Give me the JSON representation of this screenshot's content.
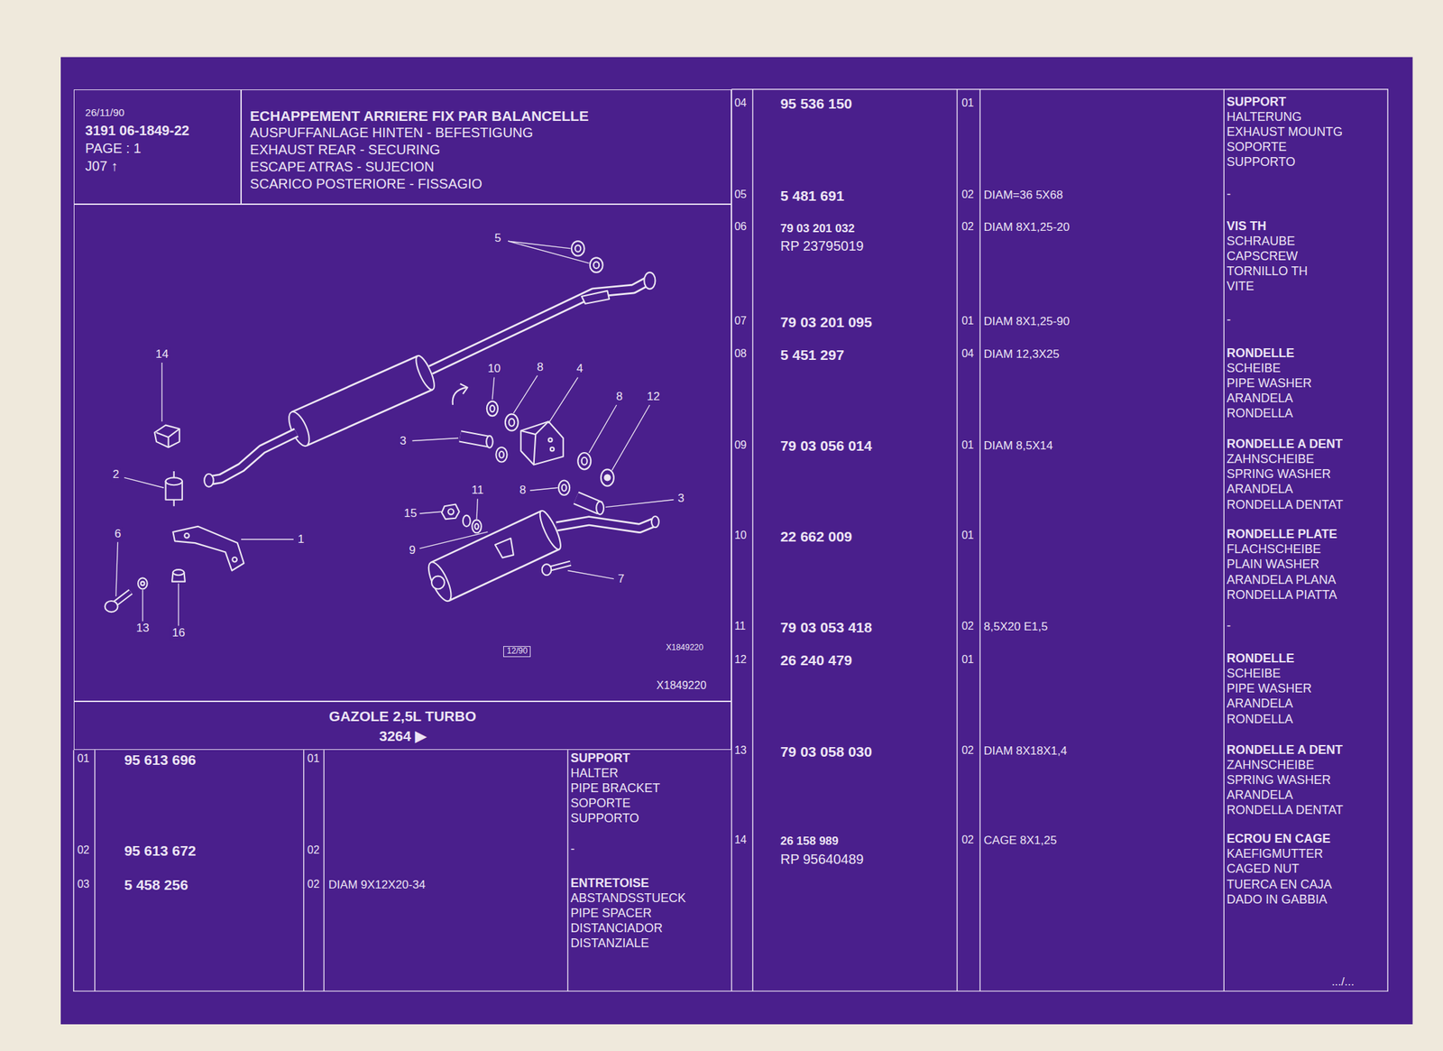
{
  "diagram": {
    "nodes": [
      {
        "text": [
          "26/11/90",
          "3191 06-1849-22",
          "PAGE : 1",
          "J07 ↑"
        ]
      },
      {
        "text": [
          "ECHAPPEMENT ARRIERE FIX PAR BALANCELLE",
          "AUSPUFFANLAGE HINTEN - BEFESTIGUNG",
          "EXHAUST REAR - SECURING",
          "ESCAPE ATRAS - SUJECION",
          "SCARICO POSTERIORE - FISSAGIO"
        ]
      },
      {
        "text": [
          "X1849220"
        ]
      },
      {
        "text": [
          "GAZOLE 2,5L TURBO",
          "3264 ▶"
        ]
      }
    ],
    "labels": [
      "5",
      "14",
      "10",
      "8",
      "4",
      "8",
      "12",
      "3",
      "2",
      "11",
      "8",
      "3",
      "15",
      "1",
      "6",
      "9",
      "7",
      "13",
      "16",
      "12/90",
      "X1849220",
      "01",
      "95 613 696",
      "01",
      "SUPPORT",
      "HALTER",
      "PIPE BRACKET",
      "SOPORTE",
      "SUPPORTO",
      "02",
      "95 613 672",
      "02",
      "-",
      "03",
      "5 458 256",
      "02",
      "DIAM 9X12X20-34",
      "ENTRETOISE",
      "ABSTANDSSTUECK",
      "PIPE SPACER",
      "DISTANCIADOR",
      "DISTANZIALE",
      "04",
      "95 536 150",
      "01",
      "SUPPORT",
      "HALTERUNG",
      "EXHAUST MOUNTG",
      "SOPORTE",
      "SUPPORTO",
      "05",
      "5 481 691",
      "02",
      "DIAM=36 5X68",
      "-",
      "06",
      "79 03 201 032",
      "RP 23795019",
      "02",
      "DIAM 8X1,25-20",
      "VIS TH",
      "SCHRAUBE",
      "CAPSCREW",
      "TORNILLO TH",
      "VITE",
      "07",
      "79 03 201 095",
      "01",
      "DIAM 8X1,25-90",
      "-",
      "08",
      "5 451 297",
      "04",
      "DIAM 12,3X25",
      "RONDELLE",
      "SCHEIBE",
      "PIPE WASHER",
      "ARANDELA",
      "RONDELLA",
      "09",
      "79 03 056 014",
      "01",
      "DIAM 8,5X14",
      "RONDELLE A DENT",
      "ZAHNSCHEIBE",
      "SPRING WASHER",
      "ARANDELA",
      "RONDELLA DENTAT",
      "10",
      "22 662 009",
      "01",
      "RONDELLE PLATE",
      "FLACHSCHEIBE",
      "PLAIN WASHER",
      "ARANDELA PLANA",
      "RONDELLA PIATTA",
      "11",
      "79 03 053 418",
      "02",
      "8,5X20 E1,5",
      "-",
      "12",
      "26 240 479",
      "01",
      "RONDELLE",
      "SCHEIBE",
      "PIPE WASHER",
      "ARANDELA",
      "RONDELLA",
      "13",
      "79 03 058 030",
      "02",
      "DIAM 8X18X1,4",
      "RONDELLE A DENT",
      "ZAHNSCHEIBE",
      "SPRING WASHER",
      "ARANDELA",
      "RONDELLA DENTAT",
      "14",
      "26 158 989",
      "RP 95640489",
      "02",
      "CAGE 8X1,25",
      "ECROU EN CAGE",
      "KAEFIGMUTTER",
      "CAGED NUT",
      "TUERCA EN CAJA",
      "DADO IN GABBIA",
      ".../..."
    ]
  }
}
